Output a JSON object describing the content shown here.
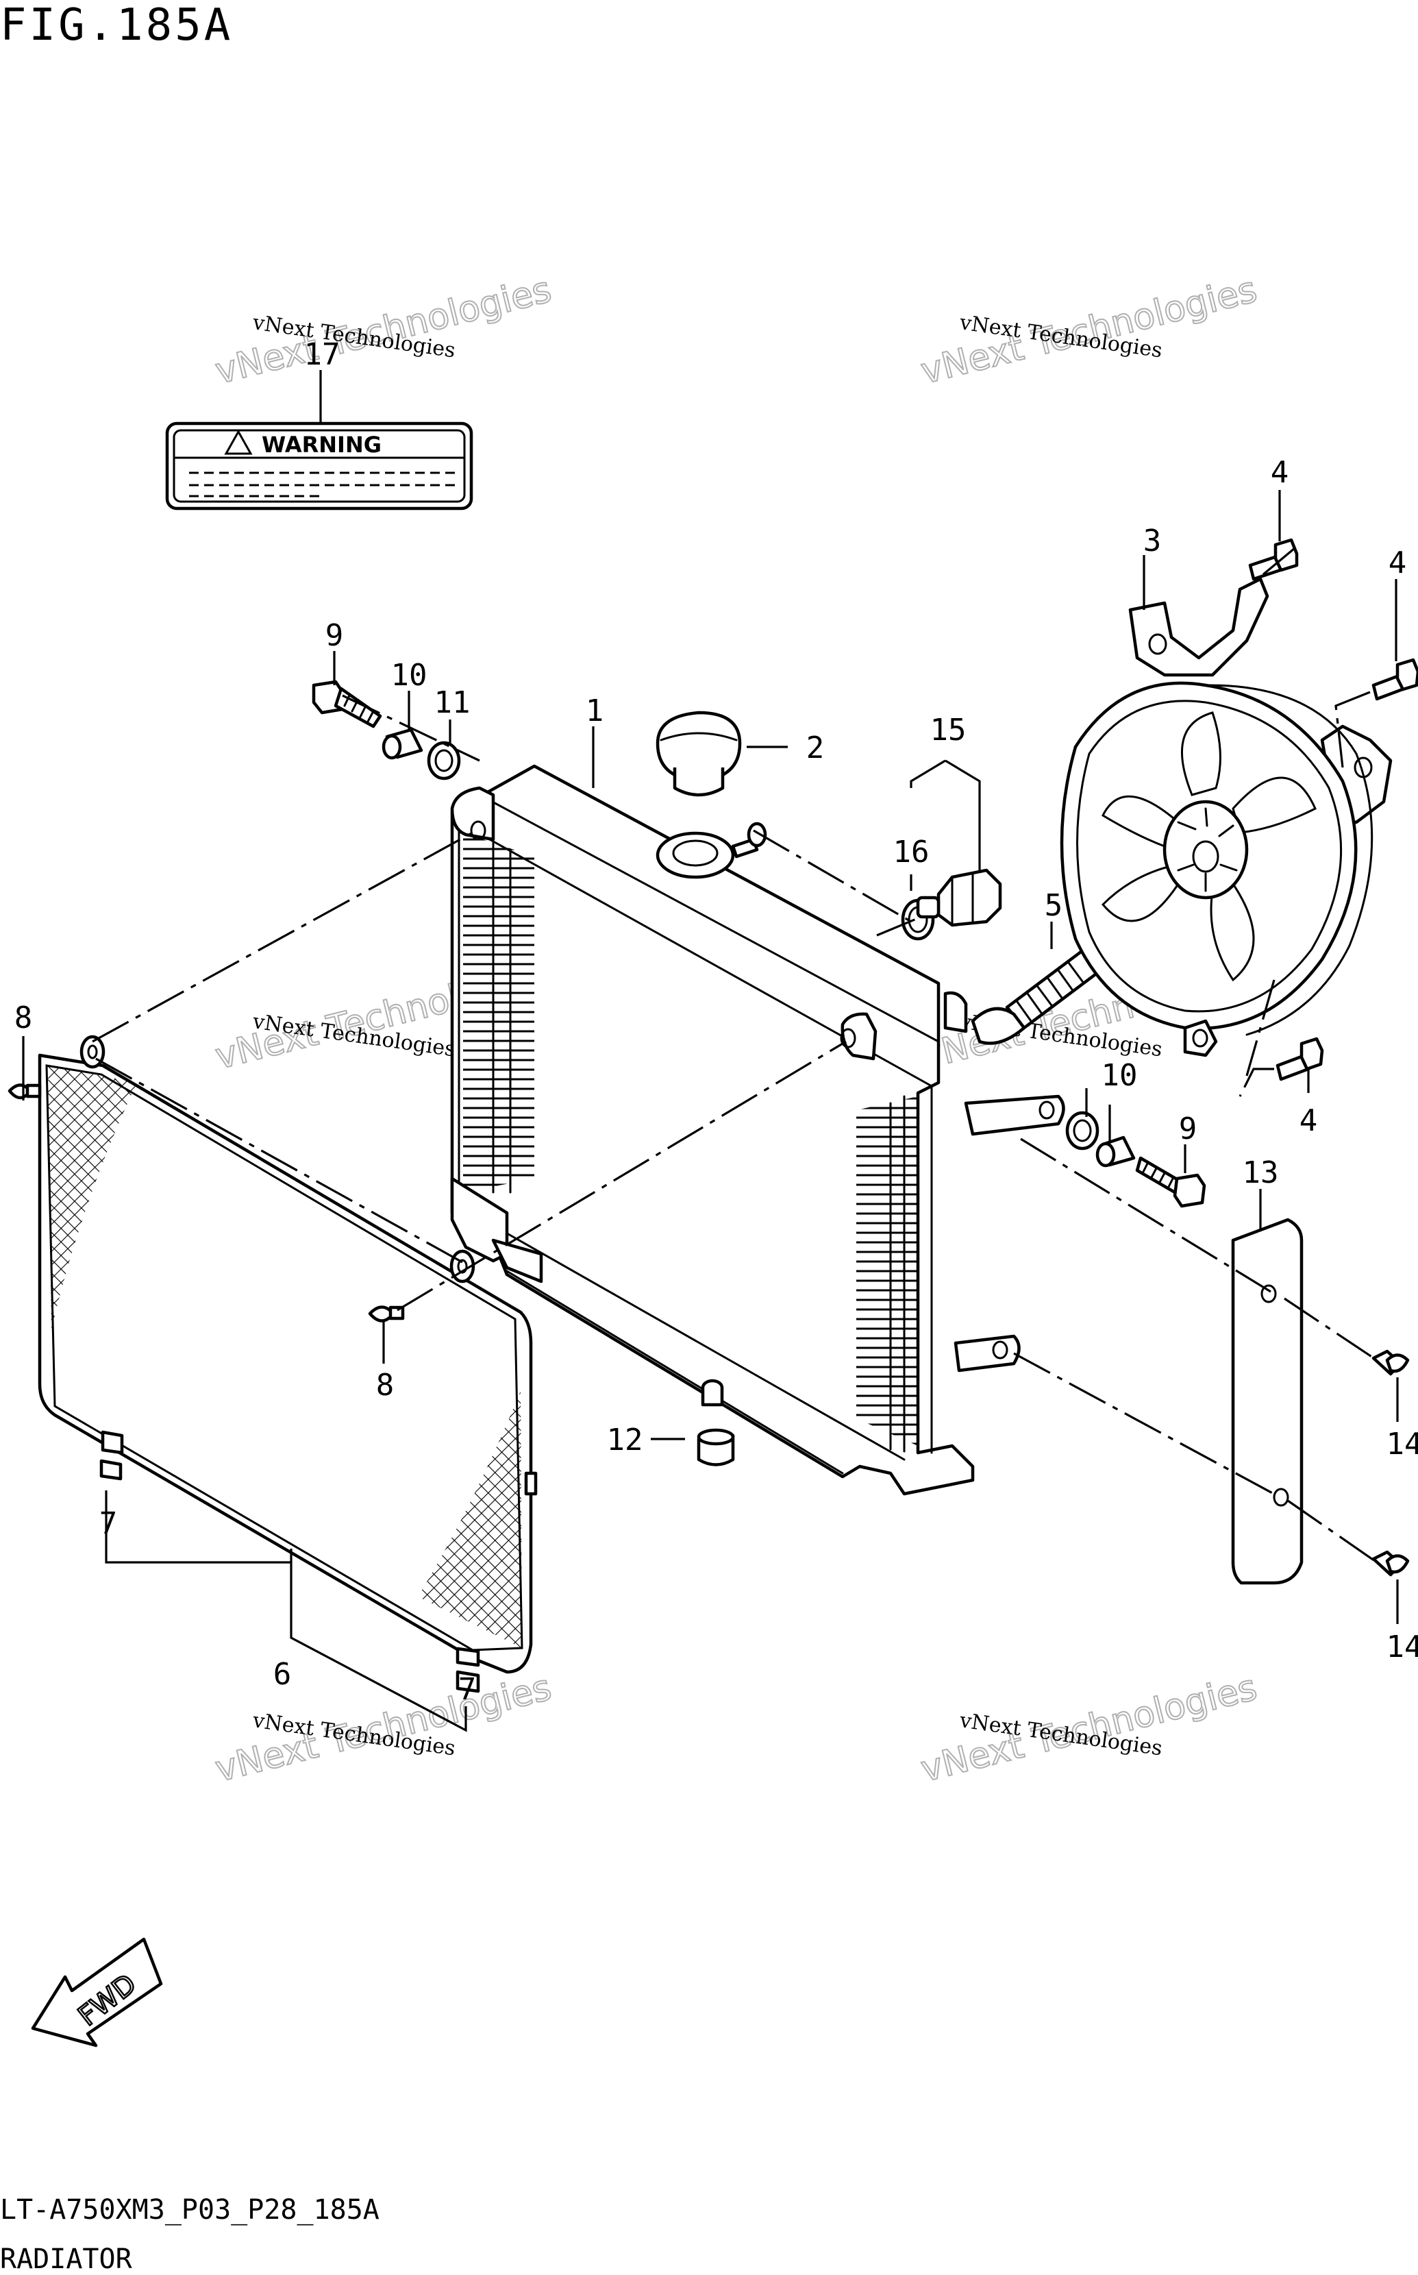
{
  "header": {
    "title": "FIG.185A"
  },
  "footer": {
    "code": "LT-A750XM3_P03_P28_185A",
    "name": "RADIATOR"
  },
  "label_plate": {
    "text": "WARNING"
  },
  "badge": {
    "text": "FWD"
  },
  "watermark": {
    "line1": "vNext Technologies",
    "line2": "vNext Technologies"
  },
  "callouts": {
    "c1": "1",
    "c2": "2",
    "c3": "3",
    "c4a": "4",
    "c4b": "4",
    "c4c": "4",
    "c5": "5",
    "c6": "6",
    "c7a": "7",
    "c7b": "7",
    "c8a": "8",
    "c8b": "8",
    "c9a": "9",
    "c9b": "9",
    "c10a": "10",
    "c10b": "10",
    "c11": "11",
    "c12": "12",
    "c13": "13",
    "c14a": "14",
    "c14b": "14",
    "c15": "15",
    "c16": "16",
    "c17": "17"
  }
}
